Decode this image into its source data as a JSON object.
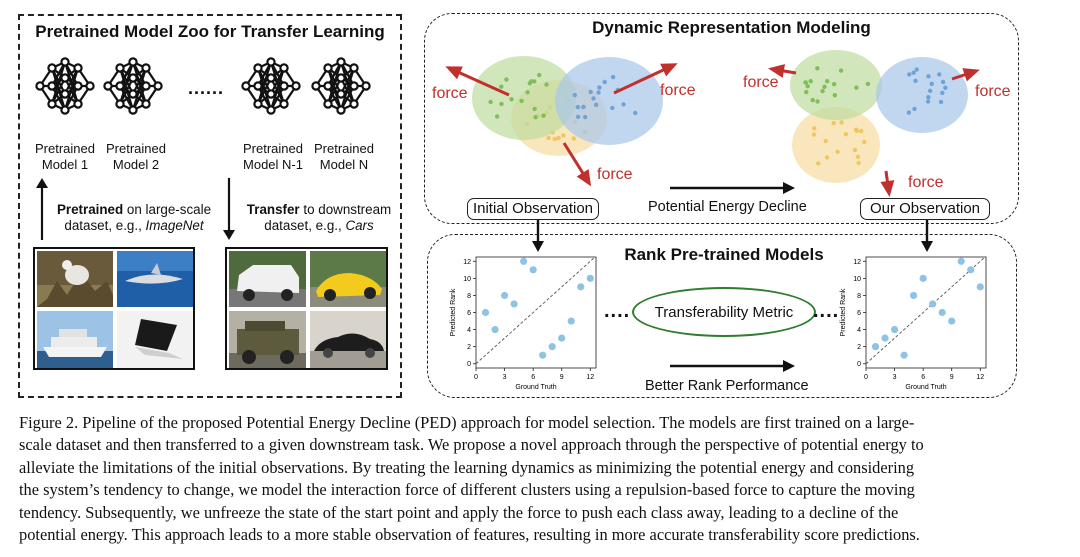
{
  "left_panel": {
    "title": "Pretrained Model Zoo for Transfer Learning",
    "ellipsis": "......",
    "models": [
      {
        "line1": "Pretrained",
        "line2": "Model 1"
      },
      {
        "line1": "Pretrained",
        "line2": "Model 2"
      },
      {
        "line1": "Pretrained",
        "line2": "Model N-1"
      },
      {
        "line1": "Pretrained",
        "line2": "Model N"
      }
    ],
    "pretrained_bold": "Pretrained",
    "pretrained_rest": " on large-scale",
    "pretrained_line2_prefix": "dataset, e.g., ",
    "pretrained_dataset": "ImageNet",
    "transfer_bold": "Transfer",
    "transfer_rest": " to downstream",
    "transfer_line2_prefix": "dataset, e.g., ",
    "transfer_dataset": "Cars",
    "icon": "neural-network-icon"
  },
  "top_panel": {
    "title": "Dynamic Representation Modeling",
    "force_label": "force",
    "initial_observation": "Initial Observation",
    "our_observation": "Our Observation",
    "arrow_label": "Potential Energy Decline"
  },
  "bottom_panel": {
    "title": "Rank Pre-trained Models",
    "metric": "Transferability Metric",
    "arrow_label": "Better Rank Performance",
    "dots": "...."
  },
  "chart_data": [
    {
      "type": "scatter",
      "xlabel": "Ground Truth",
      "ylabel": "Predicted Rank",
      "xticks": [
        0,
        3,
        6,
        9,
        12
      ],
      "yticks": [
        0,
        2,
        4,
        6,
        8,
        10,
        12
      ],
      "xlim": [
        0,
        12.6
      ],
      "ylim": [
        -0.5,
        12.5
      ],
      "diagonal": true,
      "points": [
        [
          1,
          6
        ],
        [
          2,
          4
        ],
        [
          3,
          8
        ],
        [
          4,
          7
        ],
        [
          5,
          12
        ],
        [
          6,
          11
        ],
        [
          7,
          1
        ],
        [
          8,
          2
        ],
        [
          9,
          3
        ],
        [
          10,
          5
        ],
        [
          11,
          9
        ],
        [
          12,
          10
        ]
      ]
    },
    {
      "type": "scatter",
      "xlabel": "Ground Truth",
      "ylabel": "Predicted Rank",
      "xticks": [
        0,
        3,
        6,
        9,
        12
      ],
      "yticks": [
        0,
        2,
        4,
        6,
        8,
        10,
        12
      ],
      "xlim": [
        0,
        12.6
      ],
      "ylim": [
        -0.5,
        12.5
      ],
      "diagonal": true,
      "points": [
        [
          1,
          2
        ],
        [
          2,
          3
        ],
        [
          3,
          4
        ],
        [
          4,
          1
        ],
        [
          5,
          8
        ],
        [
          6,
          10
        ],
        [
          7,
          7
        ],
        [
          8,
          6
        ],
        [
          9,
          5
        ],
        [
          10,
          12
        ],
        [
          11,
          11
        ],
        [
          12,
          9
        ]
      ]
    }
  ],
  "caption": {
    "lines": [
      "Figure 2. Pipeline of the proposed Potential Energy Decline (PED) approach for model selection. The models are first trained on a large-",
      "scale dataset and then transferred to a given downstream task. We propose a novel approach through the perspective of potential energy to",
      "alleviate the limitations of the initial observations. By treating the learning dynamics as minimizing the potential energy and considering",
      "the system’s tendency to change, we model the interaction force of different clusters using a repulsion-based force to capture the moving",
      "tendency. Subsequently, we unfreeze the state of the start point and apply the force to push each class away, leading to a decline of the",
      "potential energy. This approach leads to a more stable observation of features, resulting in more accurate transferability score predictions."
    ]
  },
  "colors": {
    "force_red": "#c0302d",
    "green_cluster": "#bfdca0",
    "blue_cluster": "#a9c8ea",
    "yellow_cluster": "#f6dca4",
    "scatter_point": "#8fc3e3",
    "metric_border": "#2f7d2f"
  }
}
